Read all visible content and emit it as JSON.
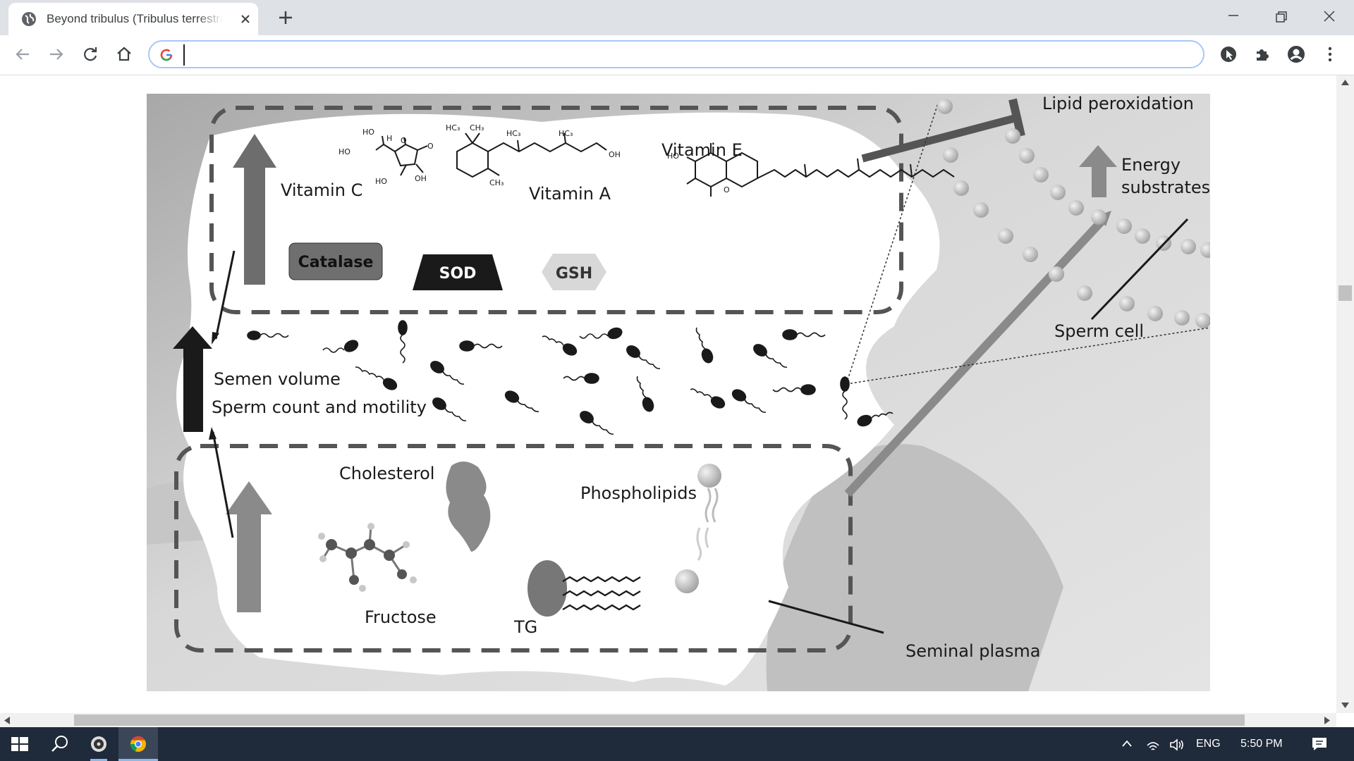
{
  "browser": {
    "tab_title": "Beyond tribulus (Tribulus terrestris",
    "address_value": "",
    "icons": {
      "favicon": "globe-icon",
      "close": "close-icon",
      "new_tab": "plus-icon",
      "back": "back-arrow-icon",
      "forward": "forward-arrow-icon",
      "reload": "reload-icon",
      "home": "home-icon",
      "google": "google-g-icon",
      "extension_1": "cursor-extension-icon",
      "extensions": "puzzle-icon",
      "profile": "profile-icon",
      "menu": "kebab-menu-icon"
    }
  },
  "figure": {
    "labels": {
      "lipid_peroxidation": "Lipid peroxidation",
      "energy_line1": "Energy",
      "energy_line2": "substrates",
      "sperm_cell": "Sperm cell",
      "seminal_plasma": "Seminal plasma",
      "vitamin_c": "Vitamin C",
      "vitamin_a": "Vitamin A",
      "vitamin_e": "Vitamin E",
      "catalase": "Catalase",
      "sod": "SOD",
      "gsh": "GSH",
      "semen_volume": "Semen volume",
      "sperm_count": "Sperm count and motility",
      "cholesterol": "Cholesterol",
      "phospholipids": "Phospholipids",
      "fructose": "Fructose",
      "tg": "TG"
    },
    "chem": {
      "vc_ho_top": "HO",
      "vc_h": "H",
      "vc_ho_left": "HO",
      "vc_o_ring": "O",
      "vc_o_keto": "O",
      "vc_ho_bottom": "HO",
      "vc_oh_bottom": "OH",
      "va_hc3_1": "HC₃",
      "va_ch3_1": "CH₃",
      "va_hc3_2": "HC₃",
      "va_hc3_3": "HC₃",
      "va_oh": "OH",
      "va_ch3_2": "CH₃",
      "ve_ho": "HO",
      "ve_o": "O"
    }
  },
  "taskbar": {
    "language": "ENG",
    "time": "5:50 PM",
    "icons": [
      "windows-start-icon",
      "search-icon",
      "media-app-icon",
      "chrome-icon",
      "chevron-up-icon",
      "network-icon",
      "volume-icon",
      "notification-icon"
    ]
  }
}
